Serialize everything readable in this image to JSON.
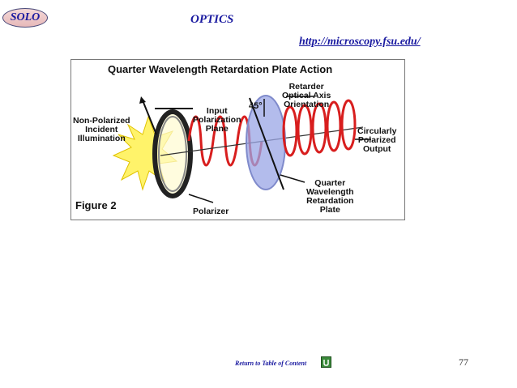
{
  "header": {
    "solo_badge": "SOLO",
    "title": "OPTICS",
    "source_url": "http://microscopy.fsu.edu/"
  },
  "figure": {
    "heading": "Quarter Wavelength Retardation Plate Action",
    "figure_label": "Figure 2",
    "labels": {
      "non_polarized": "Non-Polarized\nIncident\nIllumination",
      "input_plane": "Input\nPolarization\nPlane",
      "angle": "45°",
      "retarder_axis": "Retarder\nOptical Axis\nOrientation",
      "circular_output": "Circularly\nPolarized\nOutput",
      "quarter_plate": "Quarter\nWavelength\nRetardation\nPlate",
      "polarizer": "Polarizer"
    },
    "colors": {
      "wave": "#d81e1e",
      "plate": "#9aa6e6",
      "light": "#fff36a"
    }
  },
  "footer": {
    "return_link": "Return to Table of Content",
    "page_number": "77",
    "back_icon": "return-arrow-icon"
  }
}
